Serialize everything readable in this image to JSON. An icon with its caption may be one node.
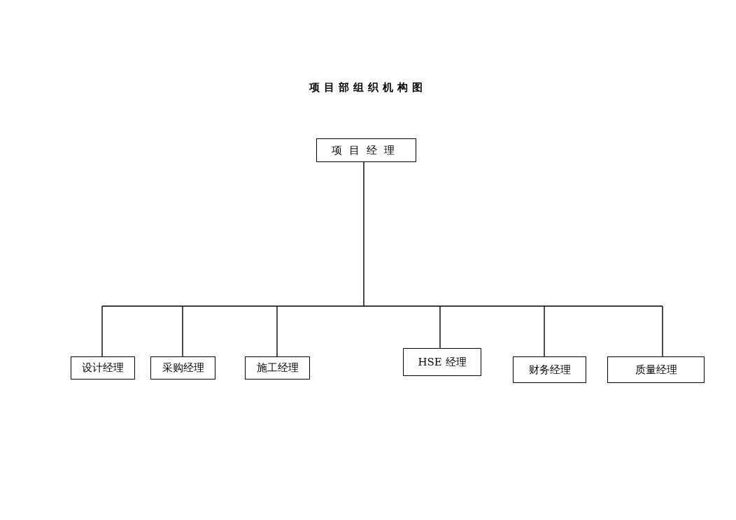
{
  "diagram": {
    "title": "项目部组织机构图",
    "nodes": [
      {
        "text": [
          "项目经理"
        ]
      },
      {
        "text": [
          "设计经理"
        ]
      },
      {
        "text": [
          "采购经理"
        ]
      },
      {
        "text": [
          "施工经理"
        ]
      },
      {
        "text": [
          "HSE 经理"
        ]
      },
      {
        "text": [
          "财务经理"
        ]
      },
      {
        "text": [
          "质量经理"
        ]
      }
    ],
    "edges": [
      {
        "from": 0,
        "to": 1,
        "arrow": "none"
      },
      {
        "from": 0,
        "to": 2,
        "arrow": "none"
      },
      {
        "from": 0,
        "to": 3,
        "arrow": "none"
      },
      {
        "from": 0,
        "to": 4,
        "arrow": "none"
      },
      {
        "from": 0,
        "to": 5,
        "arrow": "none"
      },
      {
        "from": 0,
        "to": 6,
        "arrow": "none"
      }
    ]
  }
}
